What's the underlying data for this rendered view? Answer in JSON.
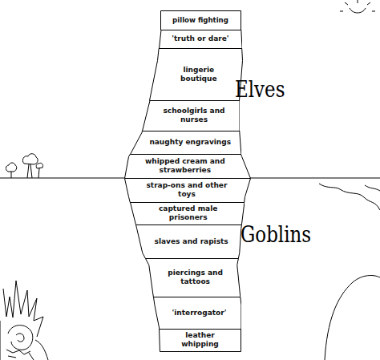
{
  "diagram": {
    "nodes": [
      {
        "text": [
          "pillow fighting"
        ]
      },
      {
        "text": [
          "'truth or dare'"
        ]
      },
      {
        "text": [
          "lingerie boutique"
        ]
      },
      {
        "text": [
          "schoolgirls and nurses"
        ]
      },
      {
        "text": [
          "naughty engravings"
        ]
      },
      {
        "text": [
          "whipped cream and strawberries"
        ]
      },
      {
        "text": [
          "strap-ons and other toys"
        ]
      },
      {
        "text": [
          "captured male prisoners"
        ]
      },
      {
        "text": [
          "slaves and rapists"
        ]
      },
      {
        "text": [
          "piercings and tattoos"
        ]
      },
      {
        "text": [
          "'interrogator'"
        ]
      },
      {
        "text": [
          "leather whipping"
        ]
      }
    ],
    "labels": [
      "Elves",
      "Goblins"
    ]
  }
}
